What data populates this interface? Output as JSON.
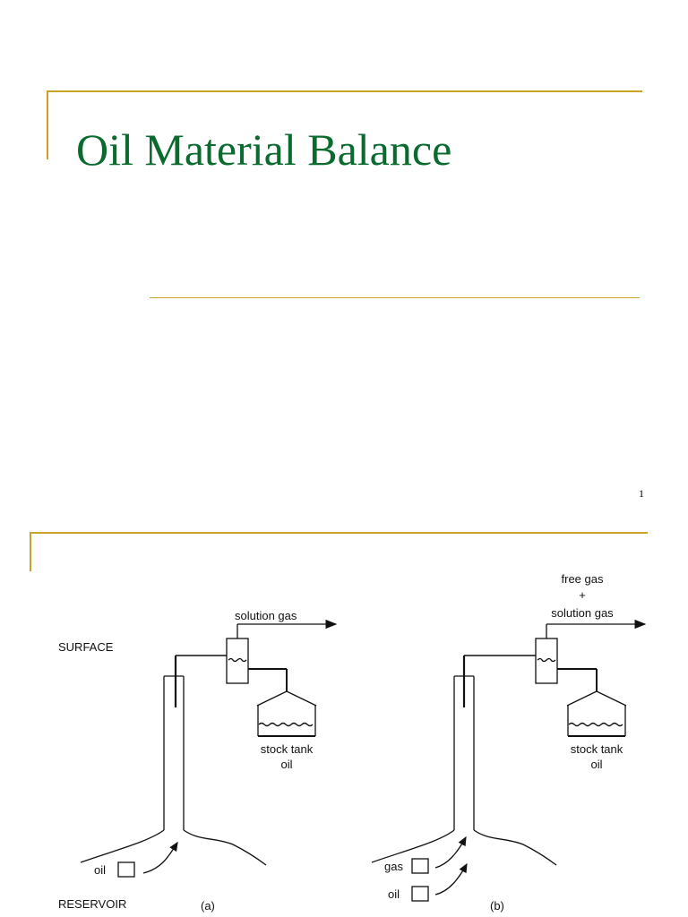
{
  "slide1": {
    "title": "Oil Material Balance",
    "page_number": "1"
  },
  "slide2": {
    "panel_a": {
      "surface_label": "SURFACE",
      "gas_outlet_label": "solution gas",
      "tank_label_line1": "stock tank",
      "tank_label_line2": "oil",
      "inflow_label": "oil",
      "reservoir_label": "RESERVOIR",
      "caption": "(a)"
    },
    "panel_b": {
      "gas_outlet_line1": "free gas",
      "gas_outlet_line2": "+",
      "gas_outlet_line3": "solution gas",
      "tank_label_line1": "stock tank",
      "tank_label_line2": "oil",
      "inflow_gas_label": "gas",
      "inflow_oil_label": "oil",
      "caption": "(b)"
    },
    "colors": {
      "accent": "#c9a227",
      "title": "#0b6b2f"
    }
  }
}
